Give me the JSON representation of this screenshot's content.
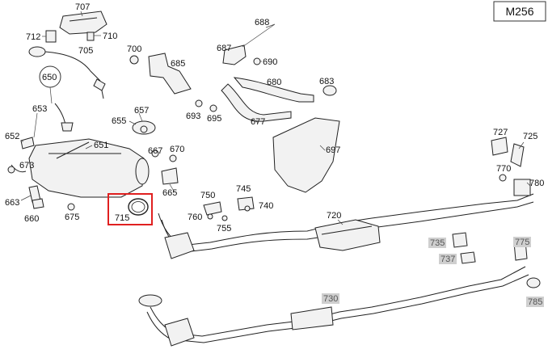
{
  "diagram": {
    "engine_code": "M256",
    "highlighted_part": "715",
    "accent_color": "#e02020",
    "part_numbers": {
      "p707": "707",
      "p712": "712",
      "p710": "710",
      "p705": "705",
      "p650": "650",
      "p653": "653",
      "p652": "652",
      "p651": "651",
      "p673": "673",
      "p663": "663",
      "p660": "660",
      "p675": "675",
      "p715": "715",
      "p700": "700",
      "p685": "685",
      "p688": "688",
      "p687": "687",
      "p690": "690",
      "p680": "680",
      "p683": "683",
      "p657": "657",
      "p655": "655",
      "p693": "693",
      "p695": "695",
      "p677": "677",
      "p667": "667",
      "p670": "670",
      "p665": "665",
      "p697": "697",
      "p750": "750",
      "p745": "745",
      "p740": "740",
      "p760": "760",
      "p755": "755",
      "p720": "720",
      "p727": "727",
      "p725": "725",
      "p770": "770",
      "p780": "780",
      "p735": "735",
      "p737": "737",
      "p775": "775",
      "p730": "730",
      "p785": "785"
    }
  }
}
